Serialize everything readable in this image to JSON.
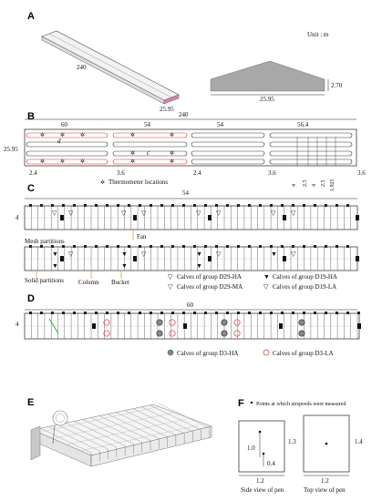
{
  "panels": {
    "A": {
      "label": "A",
      "unit": "Unit : m",
      "length": "240",
      "width": "25.95",
      "side_width": "25.95",
      "side_height": "2.70"
    },
    "B": {
      "label": "B",
      "total": "240",
      "seg1": "60",
      "seg2": "54",
      "seg3": "54",
      "seg4": "56.4",
      "height": "25.95",
      "gap1": "2.4",
      "gap2": "3.6",
      "gap3": "2.4",
      "gap4": "3.6",
      "gap5": "3.6",
      "pen_a": "4",
      "pen_b": "2.5",
      "pen_c": "4",
      "pen_d": "2.5",
      "pen_e": "1.925",
      "mark_d": "d",
      "mark_c": "c",
      "thermo_legend": "Thermometer locations"
    },
    "C": {
      "label": "C",
      "length": "54",
      "width": "4",
      "mesh": "Mesh partitions",
      "fan": "Fan",
      "solid": "Solid partitions",
      "column": "Column",
      "bucket": "Bucket",
      "leg_d29ha": "Calves of group D29-HA",
      "leg_d29ma": "Calves of group D29-MA",
      "leg_d19ha": "Calves of group D19-HA",
      "leg_d19la": "Calves of group D19-LA"
    },
    "D": {
      "label": "D",
      "length": "60",
      "width": "4",
      "leg_d3ha": "Calves of group D3-HA",
      "leg_d3la": "Calves of group D3-LA"
    },
    "E": {
      "label": "E"
    },
    "F": {
      "label": "F",
      "legend": "Points at which airspeeds were measured",
      "side_h1": "1.0",
      "side_h2": "1.3",
      "side_h3": "0.4",
      "side_w": "1.2",
      "side_caption": "Side view of pen",
      "top_h": "1.4",
      "top_w": "1.2",
      "top_caption": "Top view of pen"
    }
  },
  "colors": {
    "green": "#22aa22",
    "blue": "#2233cc",
    "red": "#dd3333",
    "orange": "#e08a2a",
    "roof": "#9a9a9a"
  }
}
